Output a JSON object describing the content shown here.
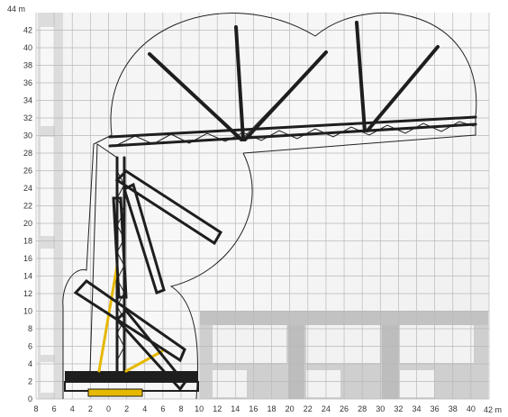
{
  "diagram": {
    "type": "crane-working-range",
    "y_unit_label": "44 m",
    "x_unit_label": "42 m",
    "y_ticks": [
      0,
      2,
      4,
      6,
      8,
      10,
      12,
      14,
      16,
      18,
      20,
      22,
      24,
      26,
      28,
      30,
      32,
      34,
      36,
      38,
      40,
      42
    ],
    "x_ticks": [
      "8",
      "6",
      "4",
      "2",
      "0",
      "2",
      "4",
      "6",
      "8",
      "10",
      "12",
      "14",
      "16",
      "18",
      "20",
      "22",
      "24",
      "26",
      "28",
      "30",
      "32",
      "34",
      "36",
      "38",
      "40"
    ],
    "x_tick_values": [
      -8,
      -6,
      -4,
      -2,
      0,
      2,
      4,
      6,
      8,
      10,
      12,
      14,
      16,
      18,
      20,
      22,
      24,
      26,
      28,
      30,
      32,
      34,
      36,
      38,
      40
    ],
    "x_range": [
      -8,
      42
    ],
    "y_range": [
      0,
      44
    ],
    "grid": true,
    "colors": {
      "grid_line": "#b9b9b9",
      "panel": "#ececec",
      "building": "#c8c8c8",
      "window": "#f4f4f4",
      "crane": "#1e1e1e",
      "accent": "#e6b800",
      "outline": "#222222"
    }
  }
}
